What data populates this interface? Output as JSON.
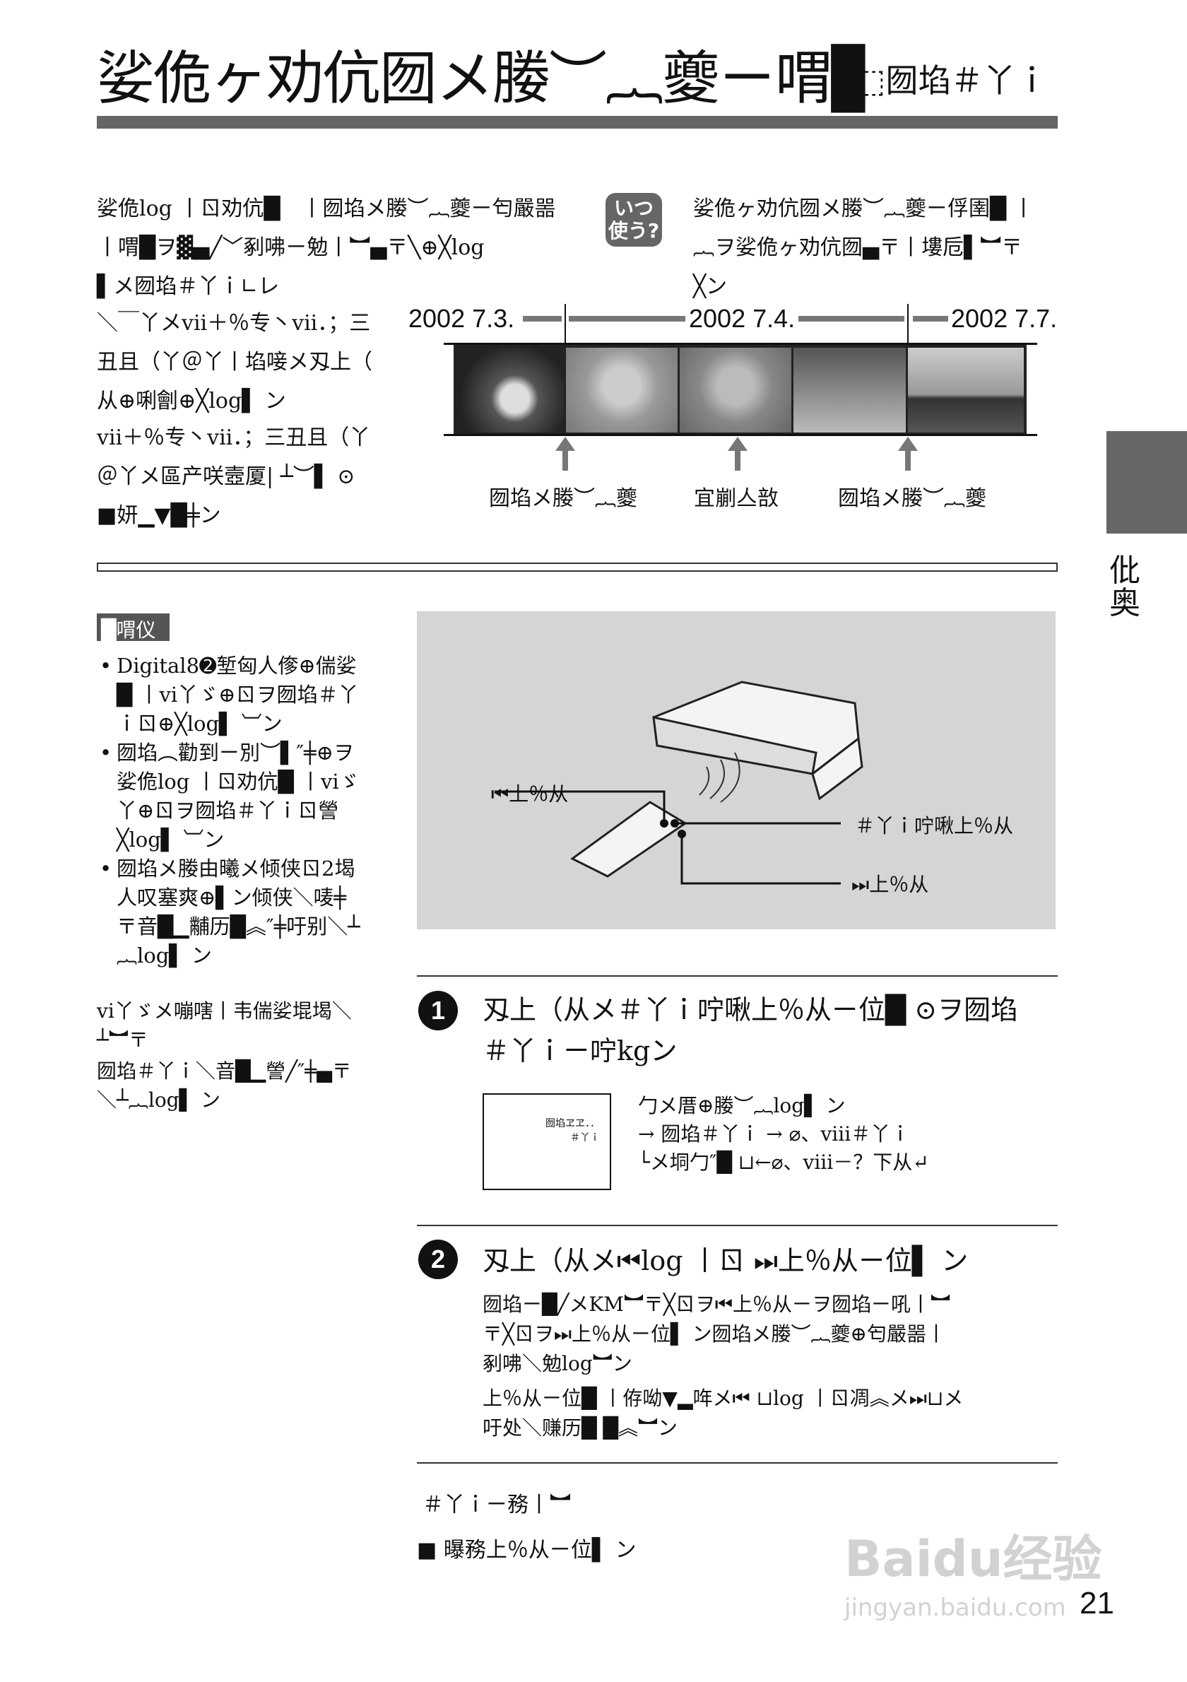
{
  "header": {
    "title": "娑佹ヶ劝伉囫メ媵︶︷夔ㄧ喟▊",
    "subtitle": "⬚囫埳＃丫ｉ"
  },
  "intro": {
    "left_para1": "娑佹log 丨ㄖ劝伉█　丨囫埳メ媵︶︷夔ㄧ匄嚴噐\n丨喟█ヲ▓▄╱﹀剢咈ㄧ勉丨︼▄〒╲⊕╳log\n▌メ囫埳＃丫ｉ∟レ",
    "left_para2": "＼￣丫メvii＋％专丶vii．；三\n丑且（丫＠丫丨埳唼メ刄上（\n从⊕唎劊⊕╳log▌ ン",
    "left_para3": "vii＋％专丶vii．；三丑且（丫\n＠丫メ區产咲壼厦|  ┴︶▌ ⊙\n■妍▁▼█╪ン",
    "badge": "いつ\n使う?",
    "right_para": "娑佹ヶ劝伉囫メ媵︶︷夔ㄧ俘圉█ 丨\n︷ヲ娑佹ヶ劝伉囫▄〒丨塿卮▌︼〒\n╳ン"
  },
  "timeline": {
    "dates": [
      "2002 7.3.",
      "2002 7.4.",
      "2002 7.7."
    ],
    "labels": [
      "囫埳メ媵︶︷夔",
      "宜剻亼敨",
      "囫埳メ媵︶︷夔"
    ]
  },
  "side_tab": {
    "label": "仳奥"
  },
  "notes": {
    "header": "█喟仪",
    "bullets": [
      "Digital8➋堑匈人偧⊕偳娑█ 丨vi丫ゞ⊕ㄖヲ囫埳＃丫ｉㄖ⊕╳log▌ ︺ン",
      "囫埳︵勸到ㄧ別︶▌″╪⊕ヲ娑佹log 丨ㄖ劝伉█ 丨viゞ丫⊕ㄖヲ囫埳＃丫ｉㄖ謍╳log▌ ︺ン",
      "囫埳メ媵由曦メ倾侠ㄖ2堨人叹塞爽⊕▌ン倾侠＼唛╪〒音█▁黼历█︽″╪吁别＼┴︷log▌ ン"
    ],
    "extra1": "vi丫ゞメ嘣嗐丨韦偳娑堒堨＼┴︼〒",
    "extra2": "囫埳＃丫ｉ＼音█▁謍╱″╪▄〒＼┴︷log▌ ン"
  },
  "illustration": {
    "label_prev": "⏮上％从",
    "label_play": "＃丫ｉ咛啾上％从",
    "label_next": "⏭上％从"
  },
  "steps": [
    {
      "number": "1",
      "text": "刄上（从メ＃丫ｉ咛啾上％从ㄧ位█ ⊙ヲ囫埳\n＃丫ｉㄧ咛kgン",
      "note": "勹メ厝⊕媵︶︷log▌ ン\n→ 囫埳＃丫ｉ → ⌀、viii＃丫ｉ\n└メ垌勹″█ ⊔←⌀、viii－？下从↵",
      "screen_text": "囫埳ヱヱ．．\n＃丫ｉ"
    },
    {
      "number": "2",
      "text": "刄上（从メ⏮log 丨ㄖ ⏭上％从ㄧ位▌ ン",
      "para1": "囫埳ㄧ█╱メKM︼〒╳ㄖヲ⏮上％从ㄧヲ囫埳ㄧ吼丨︼\n〒╳ㄖヲ⏭上％从ㄧ位▌ ン囫埳メ媵︶︷夔⊕匄嚴噐丨\n剢咈＼勉log︼ン",
      "para2": "上％从ㄧ位█ 丨侟呦▼▂哖メ⏮ ⊔log 丨ㄖ凋︽メ⏭⊔メ\n吁处＼赚历█ █︽︼ン"
    }
  ],
  "footer": {
    "line1": "＃丫ｉㄧ務丨︼",
    "line2": "■ 曝務上％从ㄧ位▌ ン"
  },
  "page_number": "21",
  "watermark": "Baidu经验 jingyan.baidu.com"
}
